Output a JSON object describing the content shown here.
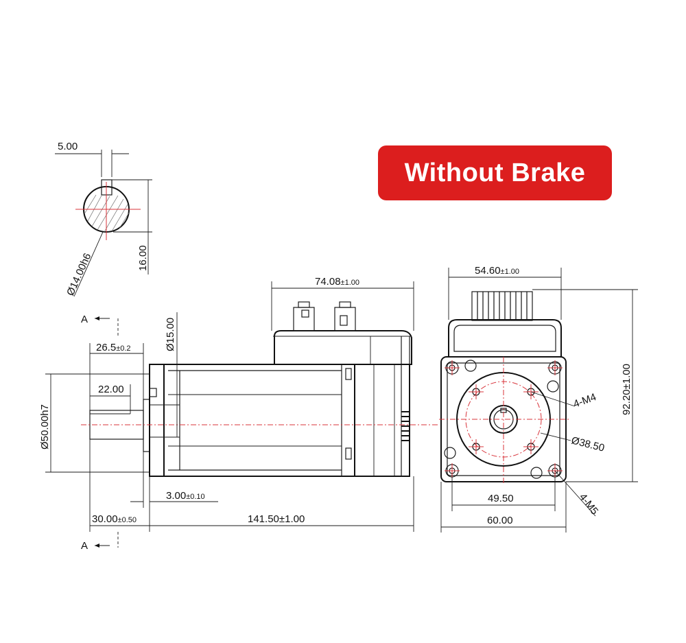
{
  "badge": "Without Brake",
  "dims": {
    "key_width": "5.00",
    "shaft_dia": "Ø14.00h6",
    "key_height": "16.00",
    "section_top": "A",
    "section_bottom": "A",
    "encoder_len": "74.08",
    "encoder_tol": "±1.00",
    "shoulder_dia": "Ø15.00",
    "shaft_len": "26.5",
    "shaft_len_tol": "±0.2",
    "key_len": "22.00",
    "pilot_dia": "Ø50.00h7",
    "flange_thk": "3.00",
    "flange_thk_tol": "±0.10",
    "shaft_total": "30.00",
    "shaft_total_tol": "±0.50",
    "body_len": "141.50±1.00",
    "connector_width": "54.60",
    "connector_width_tol": "±1.00",
    "height_total": "92.20±1.00",
    "tapped_holes": "4-M4",
    "pcd": "Ø38.50",
    "hole_spacing": "49.50",
    "flange_width": "60.00",
    "mount_holes": "4-M5"
  }
}
